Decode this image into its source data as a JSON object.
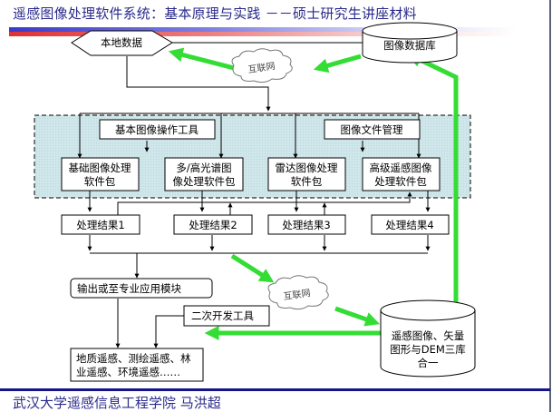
{
  "header": {
    "title": "遥感图像处理软件系统：基本原理与实践 －－硕士研究生讲座材料"
  },
  "footer": {
    "text": "武汉大学遥感信息工程学院 马洪超"
  },
  "colors": {
    "title_text": "#2a2a8c",
    "footer_rule": "#14148c",
    "green_flow": "#33dd33",
    "dashed_panel_fill": "#cfe6ea"
  },
  "diagram": {
    "local_data": "本地数据",
    "image_database": "图像数据库",
    "internet_cloud_top": "互联网",
    "internet_cloud_bottom": "互联网",
    "basic_tools": "基本图像操作工具",
    "file_management": "图像文件管理",
    "packages": [
      {
        "line1": "基础图像处理",
        "line2": "软件包"
      },
      {
        "line1": "多/高光谱图",
        "line2": "像处理软件包"
      },
      {
        "line1": "雷达图像处理",
        "line2": "软件包"
      },
      {
        "line1": "高级遥感图像",
        "line2": "处理软件包"
      }
    ],
    "results": [
      "处理结果1",
      "处理结果2",
      "处理结果3",
      "处理结果4"
    ],
    "output_module": "输出或至专业应用模块",
    "secondary_dev": "二次开发工具",
    "applications": {
      "line1": "地质遥感、测绘遥感、林",
      "line2": "业遥感、环境遥感……"
    },
    "integrated_db": {
      "line1": "遥感图像、矢量",
      "line2": "图形与DEM三库",
      "line3": "合一"
    }
  }
}
